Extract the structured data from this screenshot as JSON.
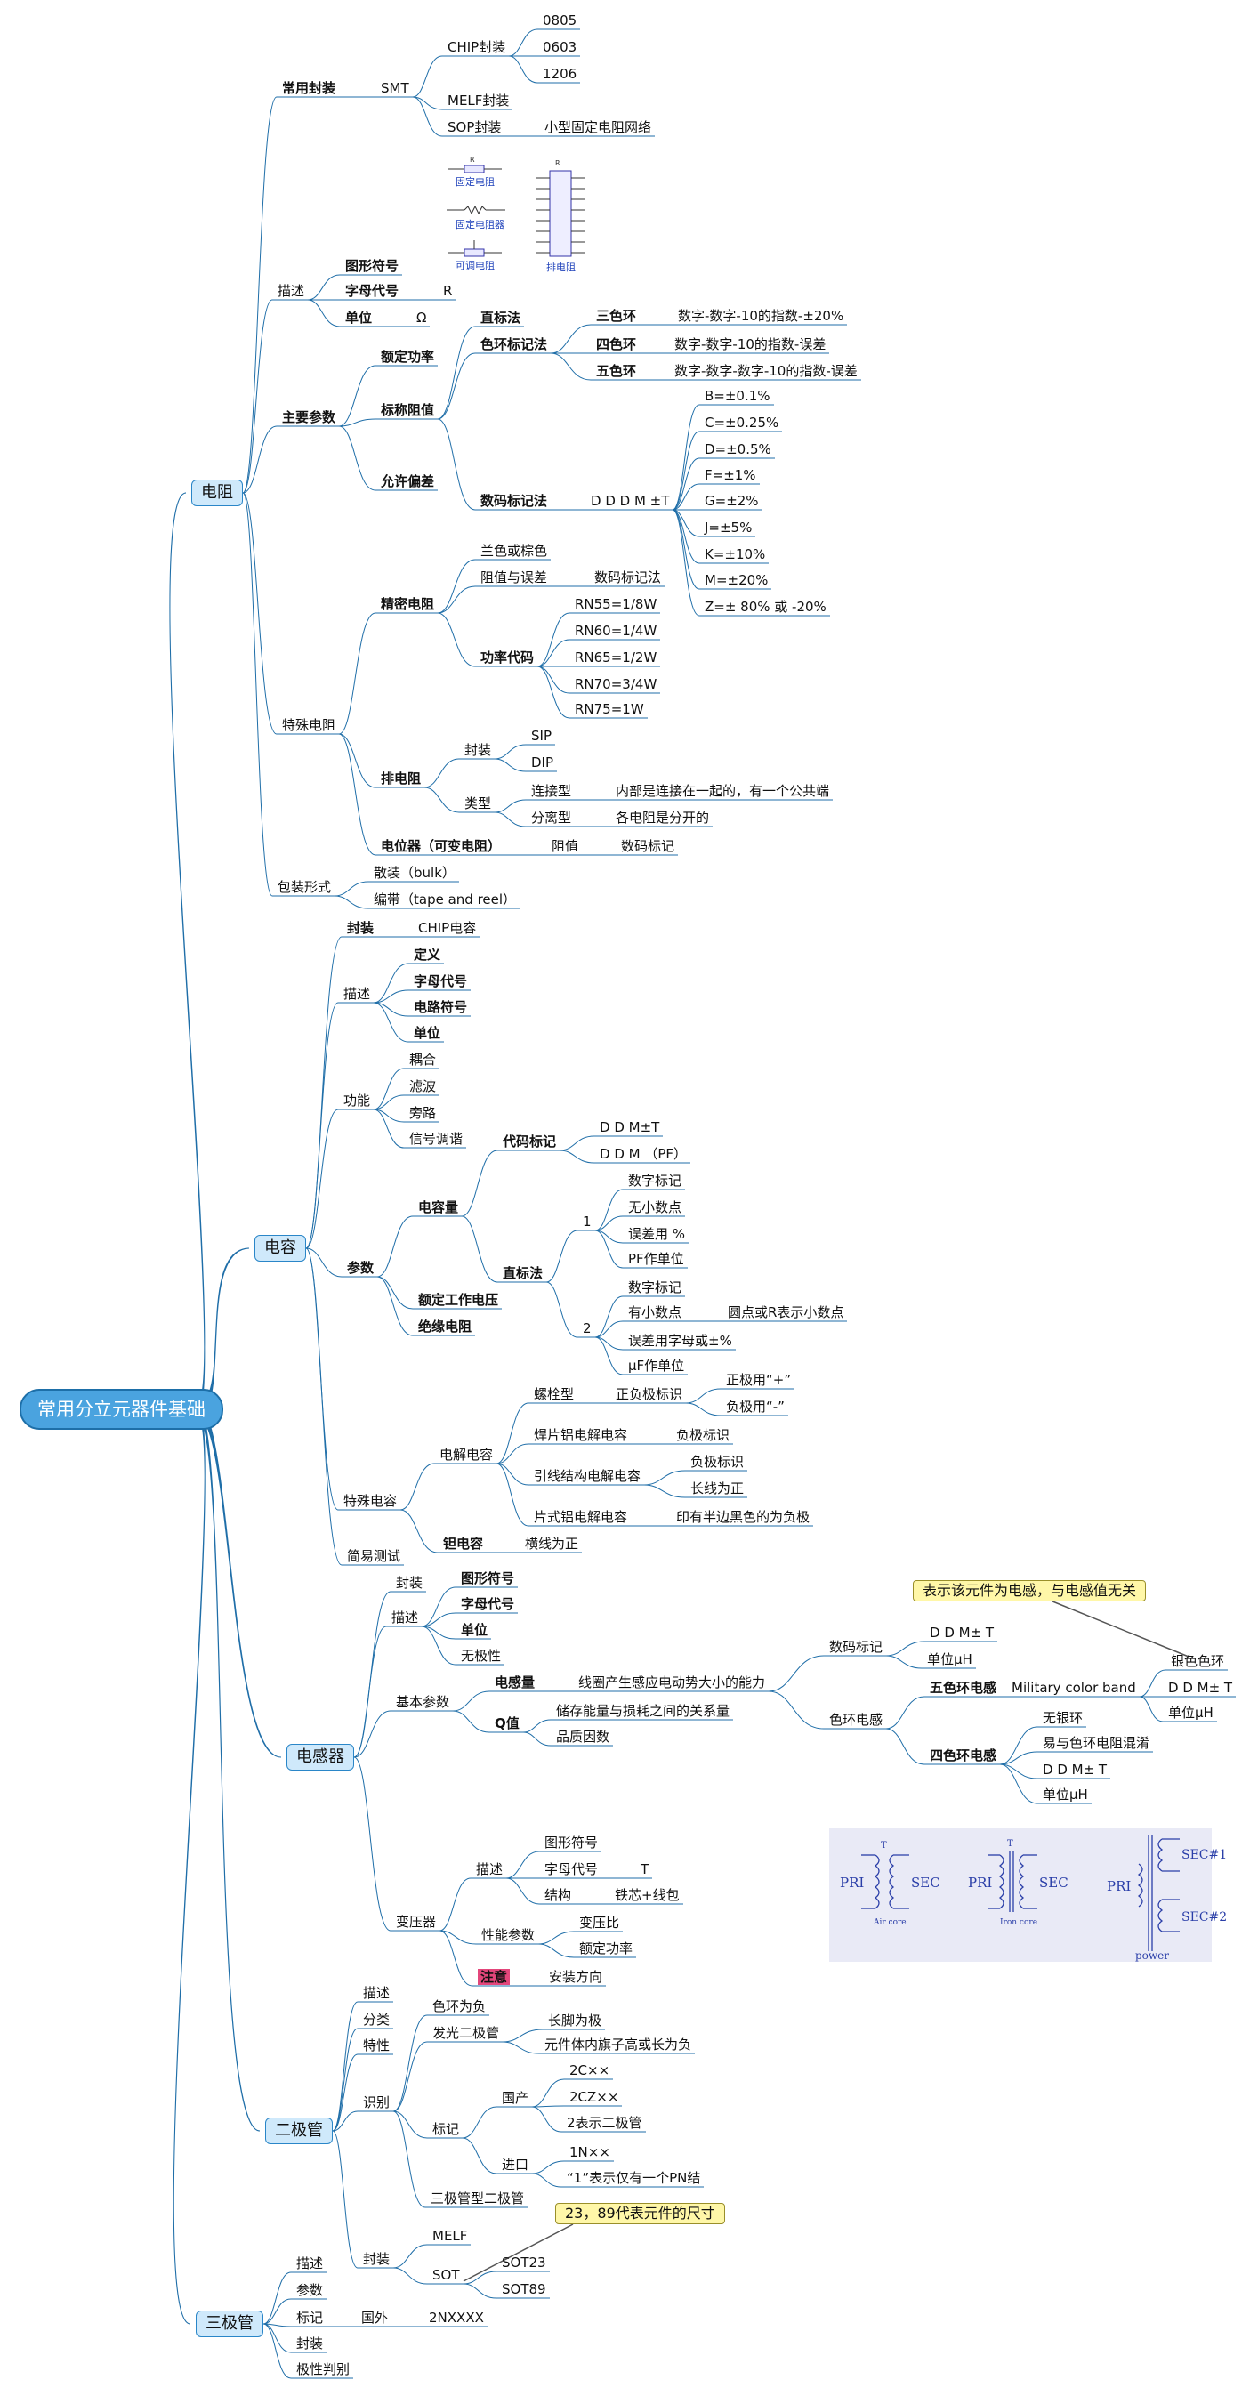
{
  "root": "常用分立元器件基础",
  "colors": {
    "line": "#1f6ea8",
    "root_fill": "#4aa3df",
    "main_fill": "#cfe9fb",
    "note_fill": "#fff7a8",
    "warn_fill": "#e3467b"
  },
  "nodes": [
    {
      "id": "r",
      "t": "电阻",
      "k": "main"
    },
    {
      "id": "r1",
      "t": "常用封装",
      "b": 1
    },
    {
      "id": "r1a",
      "t": "SMT"
    },
    {
      "id": "r1a1",
      "t": "CHIP封装"
    },
    {
      "id": "r1a1a",
      "t": "0805"
    },
    {
      "id": "r1a1b",
      "t": "0603"
    },
    {
      "id": "r1a1c",
      "t": "1206"
    },
    {
      "id": "r1a2",
      "t": "MELF封装"
    },
    {
      "id": "r1a3",
      "t": "SOP封装"
    },
    {
      "id": "r1a3a",
      "t": "小型固定电阻网络"
    },
    {
      "id": "r2",
      "t": "描述"
    },
    {
      "id": "r2a",
      "t": "图形符号",
      "b": 1
    },
    {
      "id": "r2b",
      "t": "字母代号",
      "b": 1
    },
    {
      "id": "r2b1",
      "t": "R"
    },
    {
      "id": "r2c",
      "t": "单位",
      "b": 1
    },
    {
      "id": "r2c1",
      "t": "Ω"
    },
    {
      "id": "r3",
      "t": "主要参数",
      "b": 1
    },
    {
      "id": "r3a",
      "t": "额定功率",
      "b": 1
    },
    {
      "id": "r3b",
      "t": "标称阻值",
      "b": 1
    },
    {
      "id": "r3b1",
      "t": "直标法",
      "b": 1
    },
    {
      "id": "r3b2",
      "t": "色环标记法",
      "b": 1
    },
    {
      "id": "r3b2a",
      "t": "三色环",
      "b": 1
    },
    {
      "id": "r3b2a1",
      "t": "数字-数字-10的指数-±20%"
    },
    {
      "id": "r3b2b",
      "t": "四色环",
      "b": 1
    },
    {
      "id": "r3b2b1",
      "t": "数字-数字-10的指数-误差"
    },
    {
      "id": "r3b2c",
      "t": "五色环",
      "b": 1
    },
    {
      "id": "r3b2c1",
      "t": "数字-数字-数字-10的指数-误差"
    },
    {
      "id": "r3b3",
      "t": "数码标记法",
      "b": 1
    },
    {
      "id": "r3b3a",
      "t": "D D D M ±T"
    },
    {
      "id": "r3b3a1",
      "t": "B=±0.1%"
    },
    {
      "id": "r3b3a2",
      "t": "C=±0.25%"
    },
    {
      "id": "r3b3a3",
      "t": "D=±0.5%"
    },
    {
      "id": "r3b3a4",
      "t": "F=±1%"
    },
    {
      "id": "r3b3a5",
      "t": "G=±2%"
    },
    {
      "id": "r3b3a6",
      "t": "J=±5%"
    },
    {
      "id": "r3b3a7",
      "t": "K=±10%"
    },
    {
      "id": "r3b3a8",
      "t": "M=±20%"
    },
    {
      "id": "r3b3a9",
      "t": "Z=± 80% 或 -20%"
    },
    {
      "id": "r3c",
      "t": "允许偏差",
      "b": 1
    },
    {
      "id": "r4",
      "t": "特殊电阻"
    },
    {
      "id": "r4a",
      "t": "精密电阻",
      "b": 1
    },
    {
      "id": "r4a1",
      "t": "兰色或棕色"
    },
    {
      "id": "r4a2",
      "t": "阻值与误差"
    },
    {
      "id": "r4a2a",
      "t": "数码标记法"
    },
    {
      "id": "r4a3",
      "t": "功率代码",
      "b": 1
    },
    {
      "id": "r4a3a",
      "t": "RN55=1/8W"
    },
    {
      "id": "r4a3b",
      "t": "RN60=1/4W"
    },
    {
      "id": "r4a3c",
      "t": "RN65=1/2W"
    },
    {
      "id": "r4a3d",
      "t": "RN70=3/4W"
    },
    {
      "id": "r4a3e",
      "t": "RN75=1W"
    },
    {
      "id": "r4b",
      "t": "排电阻",
      "b": 1
    },
    {
      "id": "r4b1",
      "t": "封装"
    },
    {
      "id": "r4b1a",
      "t": "SIP"
    },
    {
      "id": "r4b1b",
      "t": "DIP"
    },
    {
      "id": "r4b2",
      "t": "类型"
    },
    {
      "id": "r4b2a",
      "t": "连接型"
    },
    {
      "id": "r4b2a1",
      "t": "内部是连接在一起的，有一个公共端"
    },
    {
      "id": "r4b2b",
      "t": "分离型"
    },
    {
      "id": "r4b2b1",
      "t": "各电阻是分开的"
    },
    {
      "id": "r4c",
      "t": "电位器（可变电阻）",
      "b": 1
    },
    {
      "id": "r4c1",
      "t": "阻值"
    },
    {
      "id": "r4c1a",
      "t": "数码标记"
    },
    {
      "id": "r5",
      "t": "包装形式"
    },
    {
      "id": "r5a",
      "t": "散装（bulk）"
    },
    {
      "id": "r5b",
      "t": "编带（tape and reel）"
    },
    {
      "id": "c",
      "t": "电容",
      "k": "main"
    },
    {
      "id": "c1",
      "t": "封装",
      "b": 1
    },
    {
      "id": "c1a",
      "t": "CHIP电容"
    },
    {
      "id": "c2",
      "t": "描述"
    },
    {
      "id": "c2a",
      "t": "定义",
      "b": 1
    },
    {
      "id": "c2b",
      "t": "字母代号",
      "b": 1
    },
    {
      "id": "c2c",
      "t": "电路符号",
      "b": 1
    },
    {
      "id": "c2d",
      "t": "单位",
      "b": 1
    },
    {
      "id": "c3",
      "t": "功能"
    },
    {
      "id": "c3a",
      "t": "耦合"
    },
    {
      "id": "c3b",
      "t": "滤波"
    },
    {
      "id": "c3c",
      "t": "旁路"
    },
    {
      "id": "c3d",
      "t": "信号调谐"
    },
    {
      "id": "c4",
      "t": "参数",
      "b": 1
    },
    {
      "id": "c4a",
      "t": "电容量",
      "b": 1
    },
    {
      "id": "c4a1",
      "t": "代码标记",
      "b": 1
    },
    {
      "id": "c4a1a",
      "t": "D D M±T"
    },
    {
      "id": "c4a1b",
      "t": "D D M （PF）"
    },
    {
      "id": "c4a2",
      "t": "直标法",
      "b": 1
    },
    {
      "id": "c4a2a",
      "t": "1"
    },
    {
      "id": "c4a2a1",
      "t": "数字标记"
    },
    {
      "id": "c4a2a2",
      "t": "无小数点"
    },
    {
      "id": "c4a2a3",
      "t": "误差用 %"
    },
    {
      "id": "c4a2a4",
      "t": "PF作单位"
    },
    {
      "id": "c4a2b",
      "t": "2"
    },
    {
      "id": "c4a2b1",
      "t": "数字标记"
    },
    {
      "id": "c4a2b2",
      "t": "有小数点"
    },
    {
      "id": "c4a2b2a",
      "t": "圆点或R表示小数点"
    },
    {
      "id": "c4a2b3",
      "t": "误差用字母或±%"
    },
    {
      "id": "c4a2b4",
      "t": "μF作单位"
    },
    {
      "id": "c4b",
      "t": "额定工作电压",
      "b": 1
    },
    {
      "id": "c4c",
      "t": "绝缘电阻",
      "b": 1
    },
    {
      "id": "c5",
      "t": "特殊电容"
    },
    {
      "id": "c5a",
      "t": "电解电容"
    },
    {
      "id": "c5a1",
      "t": "螺栓型"
    },
    {
      "id": "c5a1a",
      "t": "正负极标识"
    },
    {
      "id": "c5a1a1",
      "t": "正极用“+”"
    },
    {
      "id": "c5a1a2",
      "t": "负极用“-”"
    },
    {
      "id": "c5a2",
      "t": "焊片铝电解电容"
    },
    {
      "id": "c5a2a",
      "t": "负极标识"
    },
    {
      "id": "c5a3",
      "t": "引线结构电解电容"
    },
    {
      "id": "c5a3a",
      "t": "负极标识"
    },
    {
      "id": "c5a3b",
      "t": "长线为正"
    },
    {
      "id": "c5a4",
      "t": "片式铝电解电容"
    },
    {
      "id": "c5a4a",
      "t": "印有半边黑色的为负极"
    },
    {
      "id": "c5b",
      "t": "钽电容",
      "b": 1
    },
    {
      "id": "c5b1",
      "t": "横线为正"
    },
    {
      "id": "c6",
      "t": "简易测试"
    },
    {
      "id": "l",
      "t": "电感器",
      "k": "main"
    },
    {
      "id": "l1",
      "t": "封装"
    },
    {
      "id": "l2",
      "t": "描述"
    },
    {
      "id": "l2a",
      "t": "图形符号",
      "b": 1
    },
    {
      "id": "l2b",
      "t": "字母代号",
      "b": 1
    },
    {
      "id": "l2c",
      "t": "单位",
      "b": 1
    },
    {
      "id": "l2d",
      "t": "无极性"
    },
    {
      "id": "l3",
      "t": "基本参数"
    },
    {
      "id": "l3a",
      "t": "电感量",
      "b": 1
    },
    {
      "id": "l3a1",
      "t": "线圈产生感应电动势大小的能力"
    },
    {
      "id": "l3a1a",
      "t": "数码标记"
    },
    {
      "id": "l3a1a1",
      "t": "D D M± T"
    },
    {
      "id": "l3a1a2",
      "t": "单位μH"
    },
    {
      "id": "l3a1b",
      "t": "色环电感"
    },
    {
      "id": "l3a1b1",
      "t": "五色环电感",
      "b": 1
    },
    {
      "id": "l3a1b1a",
      "t": "Military color band"
    },
    {
      "id": "l3a1b1a1",
      "t": "银色色环"
    },
    {
      "id": "l3a1b1a2",
      "t": "D D M± T"
    },
    {
      "id": "l3a1b1a3",
      "t": "单位μH"
    },
    {
      "id": "l3a1b2",
      "t": "四色环电感",
      "b": 1
    },
    {
      "id": "l3a1b2a",
      "t": "无银环"
    },
    {
      "id": "l3a1b2b",
      "t": "易与色环电阻混淆"
    },
    {
      "id": "l3a1b2c",
      "t": "D D M± T"
    },
    {
      "id": "l3a1b2d",
      "t": "单位μH"
    },
    {
      "id": "l3b",
      "t": "Q值",
      "b": 1
    },
    {
      "id": "l3b1",
      "t": "储存能量与损耗之间的关系量"
    },
    {
      "id": "l3b2",
      "t": "品质因数"
    },
    {
      "id": "l4",
      "t": "变压器"
    },
    {
      "id": "l4a",
      "t": "描述"
    },
    {
      "id": "l4a1",
      "t": "图形符号"
    },
    {
      "id": "l4a2",
      "t": "字母代号"
    },
    {
      "id": "l4a2a",
      "t": "T"
    },
    {
      "id": "l4a3",
      "t": "结构"
    },
    {
      "id": "l4a3a",
      "t": "铁芯+线包"
    },
    {
      "id": "l4b",
      "t": "性能参数"
    },
    {
      "id": "l4b1",
      "t": "变压比"
    },
    {
      "id": "l4b2",
      "t": "额定功率"
    },
    {
      "id": "l4c",
      "t": "注意",
      "k": "pink",
      "b": 1
    },
    {
      "id": "l4c1",
      "t": "安装方向"
    },
    {
      "id": "l_note",
      "t": "表示该元件为电感，与电感值无关",
      "k": "note"
    },
    {
      "id": "d",
      "t": "二极管",
      "k": "main"
    },
    {
      "id": "d1",
      "t": "描述"
    },
    {
      "id": "d2",
      "t": "分类"
    },
    {
      "id": "d3",
      "t": "特性"
    },
    {
      "id": "d4",
      "t": "识别"
    },
    {
      "id": "d4a",
      "t": "色环为负"
    },
    {
      "id": "d4b",
      "t": "发光二极管"
    },
    {
      "id": "d4b1",
      "t": "长脚为极"
    },
    {
      "id": "d4b2",
      "t": "元件体内旗子高或长为负"
    },
    {
      "id": "d4c",
      "t": "标记"
    },
    {
      "id": "d4c1",
      "t": "国产"
    },
    {
      "id": "d4c1a",
      "t": "2C××"
    },
    {
      "id": "d4c1b",
      "t": "2CZ××"
    },
    {
      "id": "d4c1c",
      "t": "2表示二极管"
    },
    {
      "id": "d4c2",
      "t": "进口"
    },
    {
      "id": "d4c2a",
      "t": "1N××"
    },
    {
      "id": "d4c2b",
      "t": "“1”表示仅有一个PN结"
    },
    {
      "id": "d4d",
      "t": "三极管型二极管"
    },
    {
      "id": "d5",
      "t": "封装"
    },
    {
      "id": "d5a",
      "t": "MELF"
    },
    {
      "id": "d5b",
      "t": "SOT"
    },
    {
      "id": "d5b1",
      "t": "SOT23"
    },
    {
      "id": "d5b2",
      "t": "SOT89"
    },
    {
      "id": "d_note",
      "t": "23，89代表元件的尺寸",
      "k": "note"
    },
    {
      "id": "q",
      "t": "三极管",
      "k": "main"
    },
    {
      "id": "q1",
      "t": "描述"
    },
    {
      "id": "q2",
      "t": "参数"
    },
    {
      "id": "q3",
      "t": "标记"
    },
    {
      "id": "q3a",
      "t": "国外"
    },
    {
      "id": "q3a1",
      "t": "2NXXXX"
    },
    {
      "id": "q4",
      "t": "封装"
    },
    {
      "id": "q5",
      "t": "极性判别"
    }
  ],
  "resistor_figure": {
    "label_r": "R",
    "fixed": "固定电阻",
    "adjustable": "固定电阻器",
    "variable": "可调电阻",
    "network": "排电阻"
  },
  "transformer_figure": {
    "pri": "PRI",
    "sec": "SEC",
    "sec1": "SEC#1",
    "sec2": "SEC#2",
    "t": "T",
    "air": "Air core",
    "iron": "Iron core",
    "power": "power"
  }
}
